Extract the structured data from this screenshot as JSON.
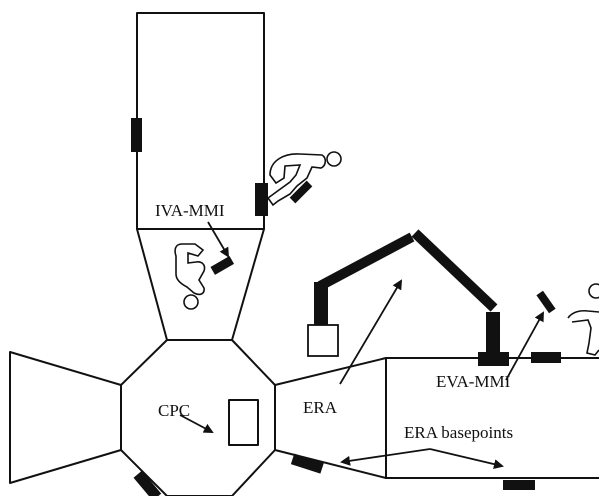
{
  "labels": {
    "iva_mmi": "IVA-MMI",
    "eva_mmi": "EVA-MMI",
    "cpc": "CPC",
    "era": "ERA",
    "era_basepoints": "ERA basepoints"
  },
  "colors": {
    "ink": "#111111",
    "background": "#ffffff"
  },
  "icons": [
    "astronaut-figure-icon",
    "hand-controller-icon",
    "arrow-icon"
  ]
}
